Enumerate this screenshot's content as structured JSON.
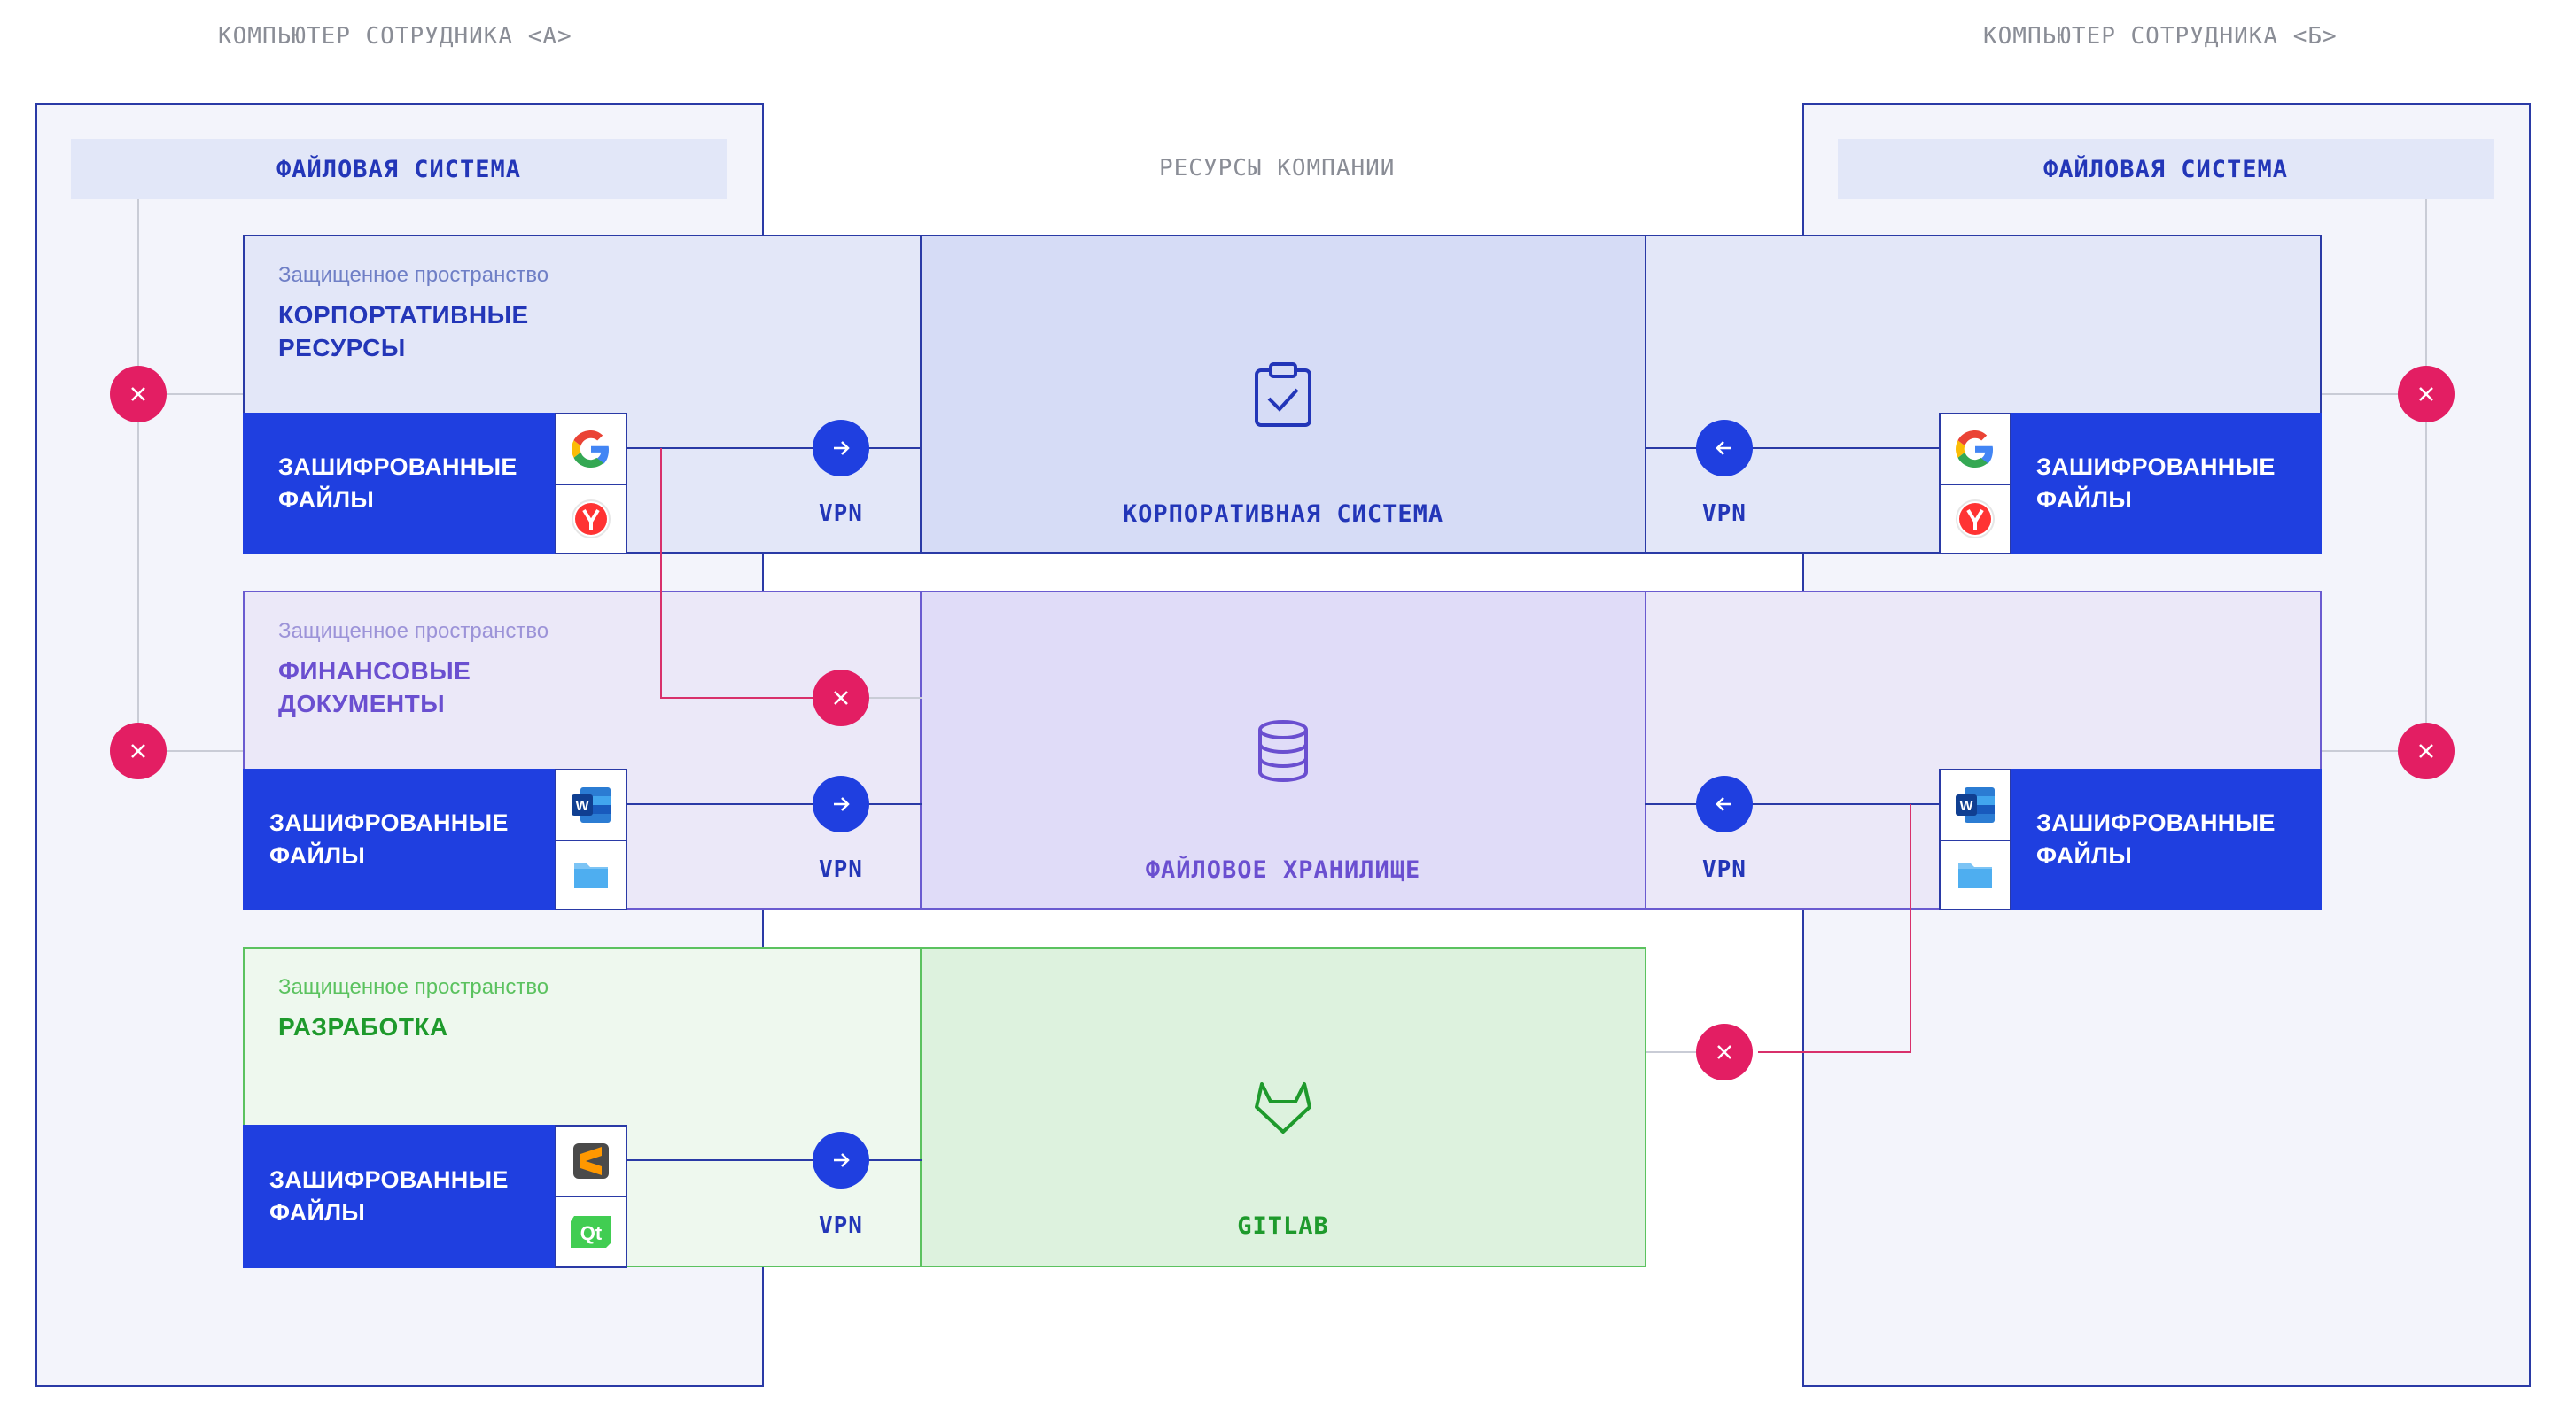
{
  "headers": {
    "computer_a": "КОМПЬЮТЕР СОТРУДНИКА <A>",
    "computer_b": "КОМПЬЮТЕР СОТРУДНИКА <Б>",
    "company": "РЕСУРСЫ КОМПАНИИ"
  },
  "file_system": {
    "left": "ФАЙЛОВАЯ СИСТЕМА",
    "right": "ФАЙЛОВАЯ СИСТЕМА"
  },
  "rows": [
    {
      "space_label": "Защищенное пространство",
      "title_line1": "КОРПОРТАТИВНЫЕ",
      "title_line2": "РЕСУРСЫ",
      "enc_line1": "ЗАШИФРОВАННЫЕ",
      "enc_line2": "ФАЙЛЫ",
      "apps": [
        "google-icon",
        "yandex-browser-icon"
      ],
      "vpn_left": "VPN",
      "vpn_right": "VPN",
      "system": "КОРПОРАТИВНАЯ СИСТЕМА",
      "system_icon": "clipboard-check-icon",
      "color": "#2336b8"
    },
    {
      "space_label": "Защищенное пространство",
      "title_line1": "ФИНАНСОВЫЕ",
      "title_line2": "ДОКУМЕНТЫ",
      "enc_line1": "ЗАШИФРОВАННЫЕ",
      "enc_line2": "ФАЙЛЫ",
      "apps": [
        "ms-word-icon",
        "folder-icon"
      ],
      "vpn_left": "VPN",
      "vpn_right": "VPN",
      "system": "ФАЙЛОВОЕ ХРАНИЛИЩЕ",
      "system_icon": "database-icon",
      "color": "#6a4fd0"
    },
    {
      "space_label": "Защищенное пространство",
      "title_line1": "РАЗРАБОТКА",
      "enc_line1": "ЗАШИФРОВАННЫЕ",
      "enc_line2": "ФАЙЛЫ",
      "apps": [
        "sublime-text-icon",
        "qt-icon"
      ],
      "vpn_left": "VPN",
      "system": "GITLAB",
      "system_icon": "gitlab-icon",
      "color": "#1e9a2c"
    }
  ],
  "right_encrypted": [
    {
      "enc_line1": "ЗАШИФРОВАННЫЕ",
      "enc_line2": "ФАЙЛЫ"
    },
    {
      "enc_line1": "ЗАШИФРОВАННЫЕ",
      "enc_line2": "ФАЙЛЫ"
    }
  ],
  "qt_text": "Qt",
  "word_letter": "W",
  "colors": {
    "accent_blue": "#1f3fe0",
    "block_red": "#e31e63",
    "corp_bg": "#e3e7f8",
    "corp_center": "#d6dcf6",
    "fin_bg": "#ebe8f8",
    "fin_center": "#e0dcf8",
    "dev_bg": "#eef8ee",
    "dev_center": "#ddf2de",
    "dev_border": "#5bc25f"
  }
}
